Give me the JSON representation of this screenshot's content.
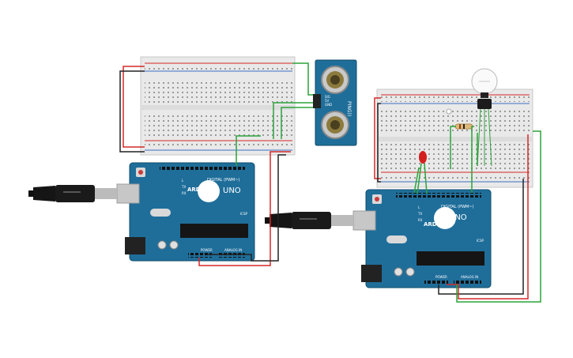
{
  "colors": {
    "board": "#1f6e9a",
    "board_dark": "#175879",
    "breadboard": "#e8e8e8",
    "wire_red": "#d62828",
    "wire_black": "#222222",
    "wire_green": "#2aa33a",
    "sensor": "#1f6e9a",
    "led": "#d3201f"
  },
  "board_left": {
    "brand": "ARDUINO",
    "model": "UNO",
    "digital_label": "DIGITAL (PWM~)",
    "power_label": "POWER",
    "analog_label": "ANALOG IN",
    "icsp_label": "ICSP",
    "tx_label": "TX",
    "rx_label": "RX",
    "l_label": "L"
  },
  "board_right": {
    "brand": "ARDUINO",
    "model": "UNO",
    "digital_label": "DIGITAL (PWM~)",
    "power_label": "POWER",
    "analog_label": "ANALOG IN",
    "icsp_label": "ICSP",
    "tx_label": "TX",
    "rx_label": "RX",
    "l_label": "L"
  },
  "sensor": {
    "name": "PING))",
    "pins": [
      "SIG",
      "5V",
      "GND"
    ]
  },
  "icons": {
    "usb_left": "usb-plug-icon",
    "usb_right": "usb-plug-icon",
    "bulb": "light-bulb-icon",
    "led": "led-icon",
    "transistor": "transistor-icon",
    "resistor": "resistor-icon"
  }
}
